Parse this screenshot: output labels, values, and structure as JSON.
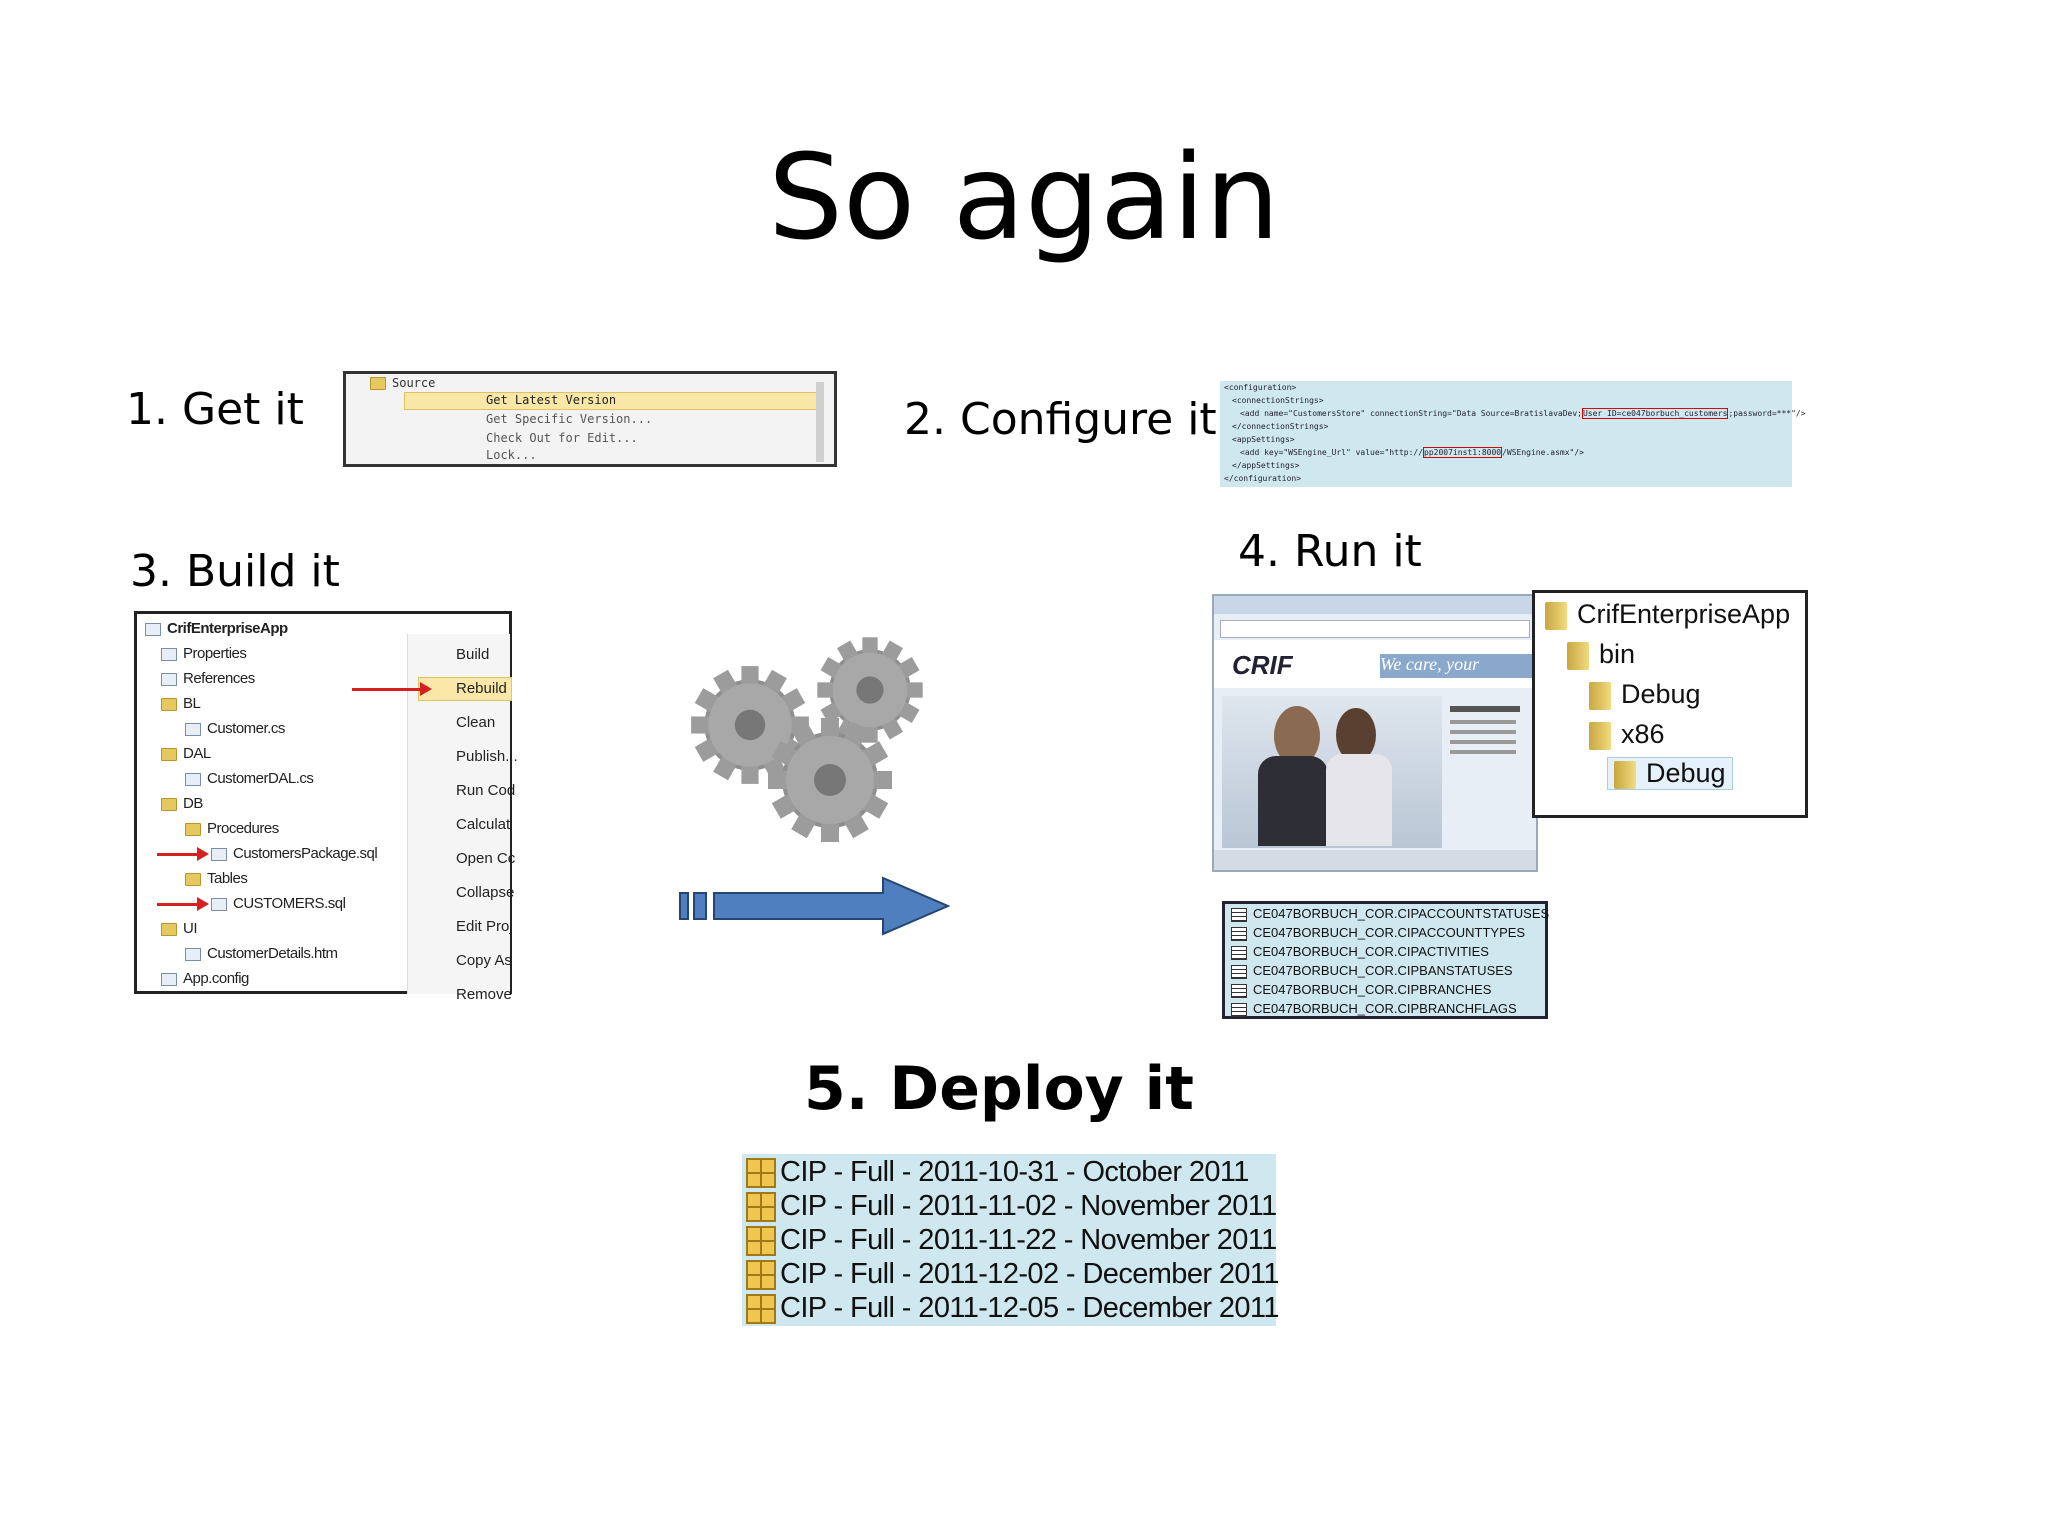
{
  "title": "So again",
  "steps": {
    "get": "1. Get it",
    "configure": "2. Configure it",
    "build": "3. Build it",
    "run": "4. Run it",
    "deploy": "5. Deploy it"
  },
  "get_menu": {
    "header": "Source",
    "items": [
      "Get Latest Version",
      "Get Specific Version...",
      "Check Out for Edit...",
      "Lock..."
    ]
  },
  "config_xml": {
    "lines": [
      "<configuration>",
      "<connectionStrings>",
      "<add name=\"CustomersStore\" connectionString=\"Data Source=BratislavaDev;",
      "User ID=ce047borbuch_customers",
      ";password=***\"/>",
      "</connectionStrings>",
      "<appSettings>",
      "<add key=\"WSEngine_Url\" value=\"http://",
      "pp2007inst1:8000",
      "/WSEngine.asmx\"/>",
      "</appSettings>",
      "</configuration>"
    ]
  },
  "solution_tree": {
    "items": [
      "CrifEnterpriseApp",
      "Properties",
      "References",
      "BL",
      "Customer.cs",
      "DAL",
      "CustomerDAL.cs",
      "DB",
      "Procedures",
      "CustomersPackage.sql",
      "Tables",
      "CUSTOMERS.sql",
      "UI",
      "CustomerDetails.htm",
      "App.config"
    ],
    "context_menu": [
      "Build",
      "Rebuild",
      "Clean",
      "Publish...",
      "Run Cod",
      "Calculat",
      "Open Cc",
      "Collapse",
      "Edit Proj",
      "Copy As",
      "Remove"
    ]
  },
  "browser": {
    "logo": "CRIF",
    "tagline": "We care, your"
  },
  "folder_tree": {
    "items": [
      "CrifEnterpriseApp",
      "bin",
      "Debug",
      "x86",
      "Debug"
    ]
  },
  "db_tables": {
    "items": [
      "CE047BORBUCH_COR.CIPACCOUNTSTATUSES",
      "CE047BORBUCH_COR.CIPACCOUNTTYPES",
      "CE047BORBUCH_COR.CIPACTIVITIES",
      "CE047BORBUCH_COR.CIPBANSTATUSES",
      "CE047BORBUCH_COR.CIPBRANCHES",
      "CE047BORBUCH_COR.CIPBRANCHFLAGS"
    ]
  },
  "deployments": {
    "items": [
      "CIP - Full - 2011-10-31 - October 2011",
      "CIP - Full - 2011-11-02 - November 2011",
      "CIP - Full - 2011-11-22 - November 2011",
      "CIP - Full - 2011-12-02 - December 2011",
      "CIP - Full - 2011-12-05 - December 2011"
    ]
  },
  "icons": {
    "gears": "gears-icon",
    "arrow": "right-arrow-icon"
  },
  "colors": {
    "arrow_fill": "#4f7fbf",
    "gear": "#9a9a9a",
    "highlight_bg": "#cfe7ee",
    "red_arrow": "#d42020"
  }
}
